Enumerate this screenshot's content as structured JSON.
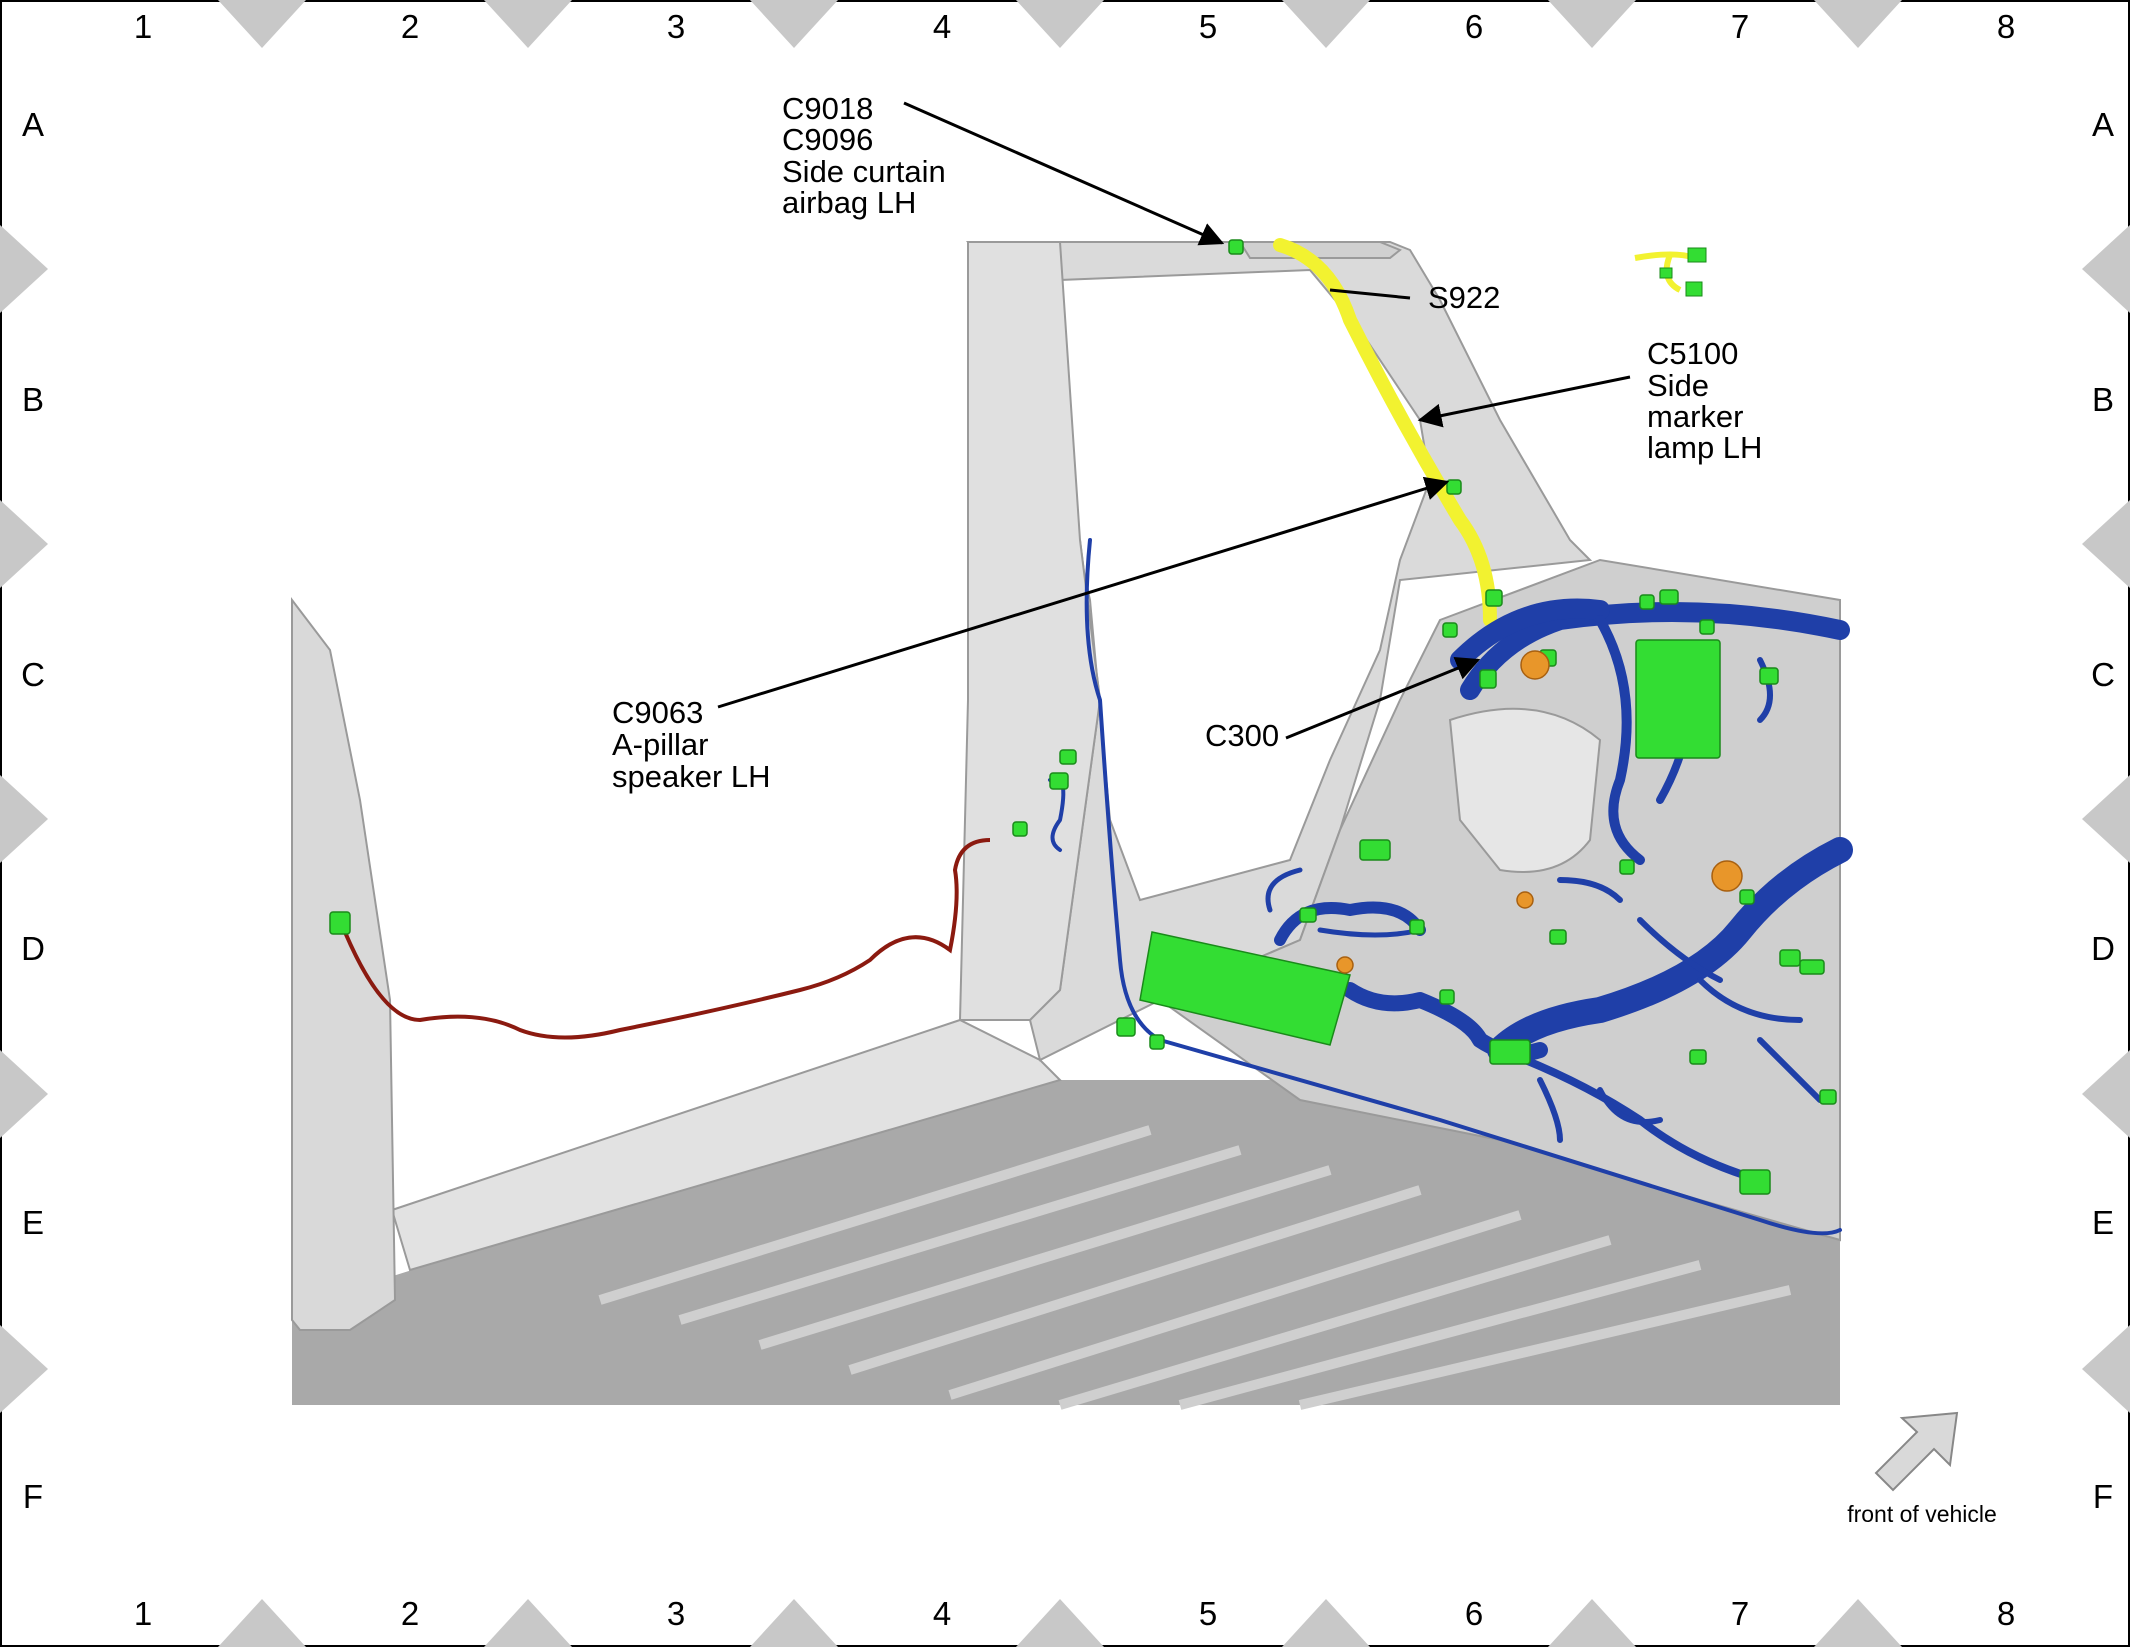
{
  "grid": {
    "columns": [
      "1",
      "2",
      "3",
      "4",
      "5",
      "6",
      "7",
      "8"
    ],
    "rows": [
      "A",
      "B",
      "C",
      "D",
      "E",
      "F"
    ]
  },
  "callouts": {
    "c9018": {
      "lines": [
        "C9018",
        "C9096",
        "Side curtain",
        "airbag LH"
      ]
    },
    "s922": {
      "lines": [
        "S922"
      ]
    },
    "c5100": {
      "lines": [
        "C5100",
        "Side",
        "marker",
        "lamp LH"
      ]
    },
    "c9063": {
      "lines": [
        "C9063",
        "A-pillar",
        "speaker LH"
      ]
    },
    "c300": {
      "lines": [
        "C300"
      ]
    }
  },
  "orientation": {
    "label": "front of vehicle"
  },
  "colors": {
    "body_panel": "#d4d4d4",
    "floor": "#a9a9a9",
    "harness_blue": "#1f3fa8",
    "harness_red": "#8b1a10",
    "harness_yellow": "#f2f230",
    "connector_green": "#33dd33",
    "grommet_orange": "#e8962a",
    "border_diamond": "#c8c8c8"
  }
}
